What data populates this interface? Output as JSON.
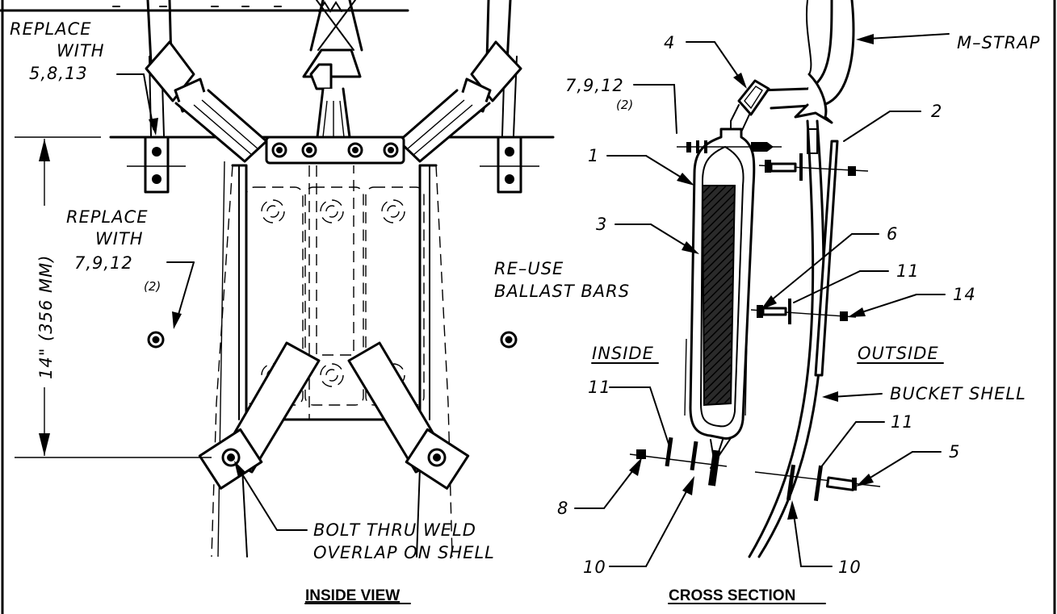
{
  "inside_view": {
    "title": "INSIDE VIEW",
    "replace_top": [
      "REPLACE",
      "WITH",
      "5,8,13"
    ],
    "replace_mid": [
      "REPLACE",
      "WITH",
      "7,9,12",
      "(2)"
    ],
    "dimension": "14\" (356 MM)",
    "bolt_note": [
      "BOLT THRU WELD",
      "OVERLAP ON SHELL"
    ]
  },
  "cross_section": {
    "title": "CROSS SECTION",
    "m_strap": "M–STRAP",
    "callout_7912": "7,9,12",
    "callout_7912_qty": "(2)",
    "reuse": [
      "RE–USE",
      "BALLAST BARS"
    ],
    "inside": "INSIDE",
    "outside": "OUTSIDE",
    "bucket_shell": "BUCKET SHELL",
    "numbers": {
      "n1": "1",
      "n2": "2",
      "n3": "3",
      "n4": "4",
      "n5": "5",
      "n6": "6",
      "n8": "8",
      "n10a": "10",
      "n10b": "10",
      "n11a": "11",
      "n11b": "11",
      "n11c": "11",
      "n14": "14"
    }
  }
}
